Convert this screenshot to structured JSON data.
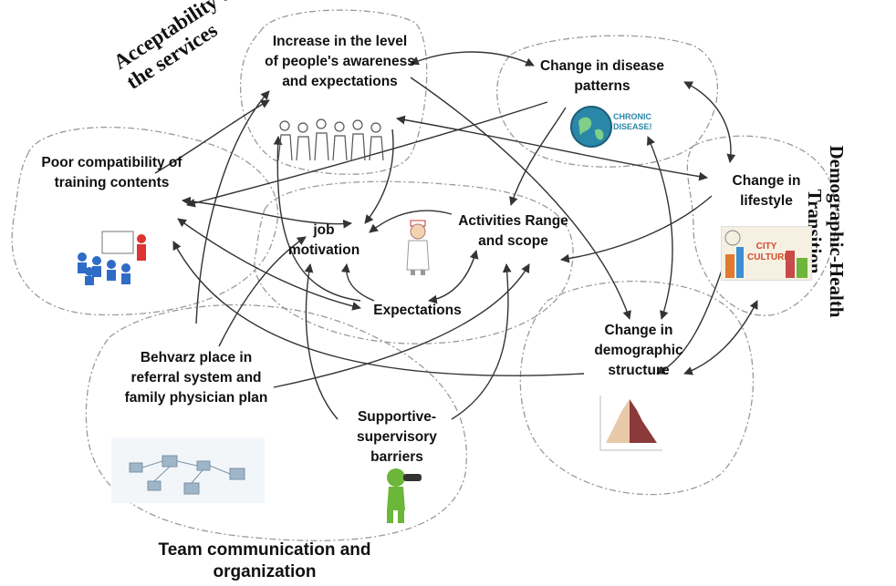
{
  "regions": {
    "acceptability": "Acceptability of the services",
    "demographic": "Demographic-Health Transition",
    "team": "Team communication and organization"
  },
  "nodes": {
    "awareness": "Increase in the level of people's awareness and expectations",
    "disease": "Change in disease patterns",
    "poor_training": "Poor compatibility of training contents",
    "lifestyle": "Change in lifestyle",
    "job_motivation": "job motivation",
    "activities": "Activities Range and scope",
    "expectations": "Expectations",
    "behvarz": "Behvarz place in referral system and family physician plan",
    "demographic_structure": "Change in demographic structure",
    "supportive": "Supportive-supervisory barriers"
  },
  "badges": {
    "chronic": "CHRONIC DISEASE!",
    "city_culture": "CITY CULTURE"
  },
  "colors": {
    "arrow": "#333333",
    "region_border": "#9a9a9a",
    "globe": "#2a87a8",
    "figure_green": "#6cb63a",
    "people_blue": "#2f6cc6"
  }
}
